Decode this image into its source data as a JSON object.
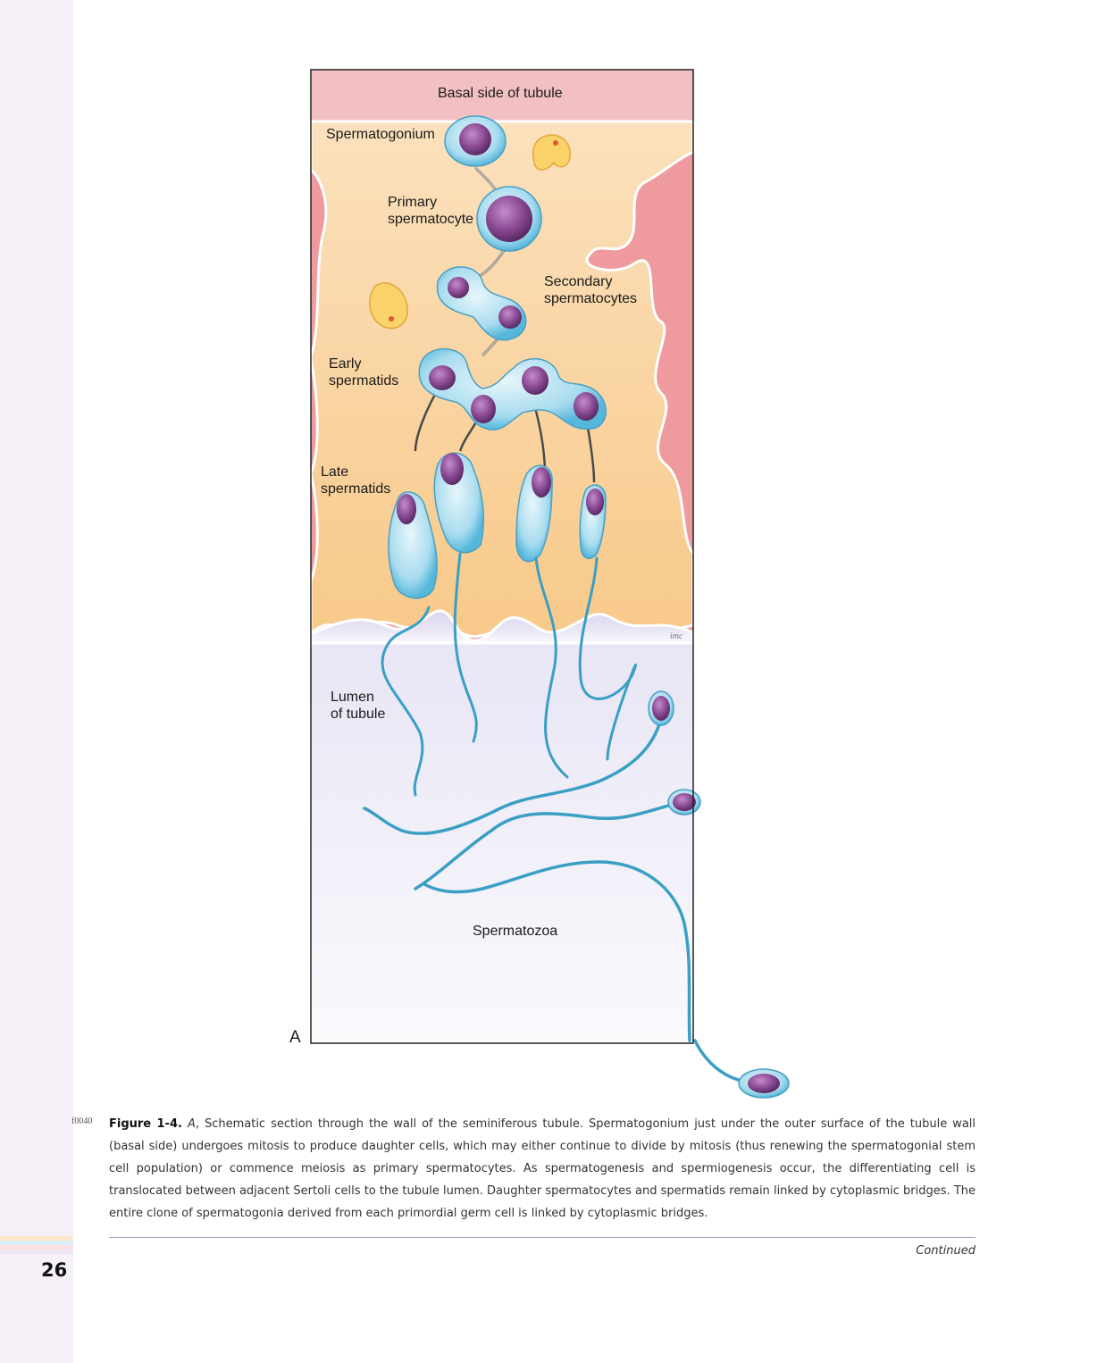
{
  "page": {
    "number": "26",
    "continued": "Continued"
  },
  "figure": {
    "panel_letter": "A",
    "labels": {
      "basal_side": "Basal side of tubule",
      "spermatogonium": "Spermatogonium",
      "primary_spermatocyte": "Primary\nspermatocyte",
      "secondary_spermatocytes": "Secondary\nspermatocytes",
      "early_spermatids": "Early\nspermatids",
      "late_spermatids": "Late\nspermatids",
      "lumen": "Lumen\nof tubule",
      "spermatozoa": "Spermatozoa"
    },
    "colors": {
      "basal_band": "#f3c0c2",
      "sertoli": "#f8cf94",
      "tubule_wall": "#ee9a9e",
      "lumen": "#dcd6ee",
      "cell_membrane": "#7ecbe6",
      "nucleus": "#7a3d82"
    }
  },
  "caption": {
    "id": "f0040",
    "label": "Figure 1-4.",
    "panel_ref": "A",
    "text": ", Schematic section through the wall of the seminiferous tubule. Spermatogonium just under the outer surface of the tubule wall (basal side) undergoes mitosis to produce daughter cells, which may either continue to divide by mitosis (thus renewing the spermatogonial stem cell population) or commence meiosis as primary spermatocytes. As spermatogenesis and spermiogenesis occur, the differentiating cell is translocated between adjacent Sertoli cells to the tubule lumen. Daughter spermatocytes and spermatids remain linked by cytoplasmic bridges. The entire clone of spermatogonia derived from each primordial germ cell is linked by cytoplasmic bridges."
  }
}
